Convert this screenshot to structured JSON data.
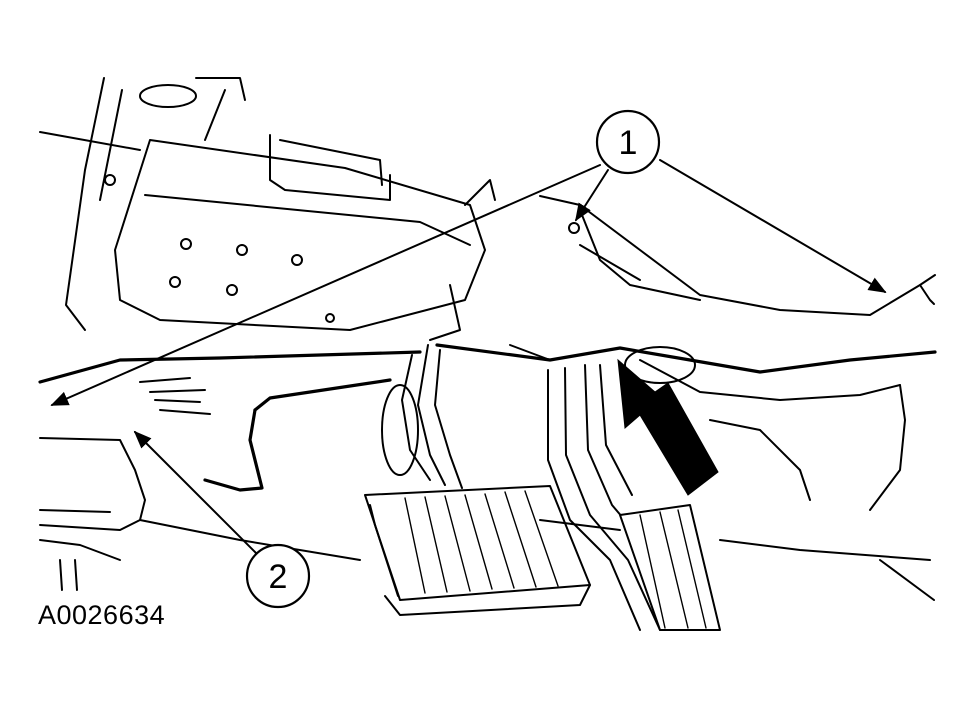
{
  "callouts": [
    {
      "id": "callout-1",
      "label": "1"
    },
    {
      "id": "callout-2",
      "label": "2"
    }
  ],
  "figure_id": "A0026634",
  "colors": {
    "line": "#000000",
    "background": "#ffffff"
  }
}
